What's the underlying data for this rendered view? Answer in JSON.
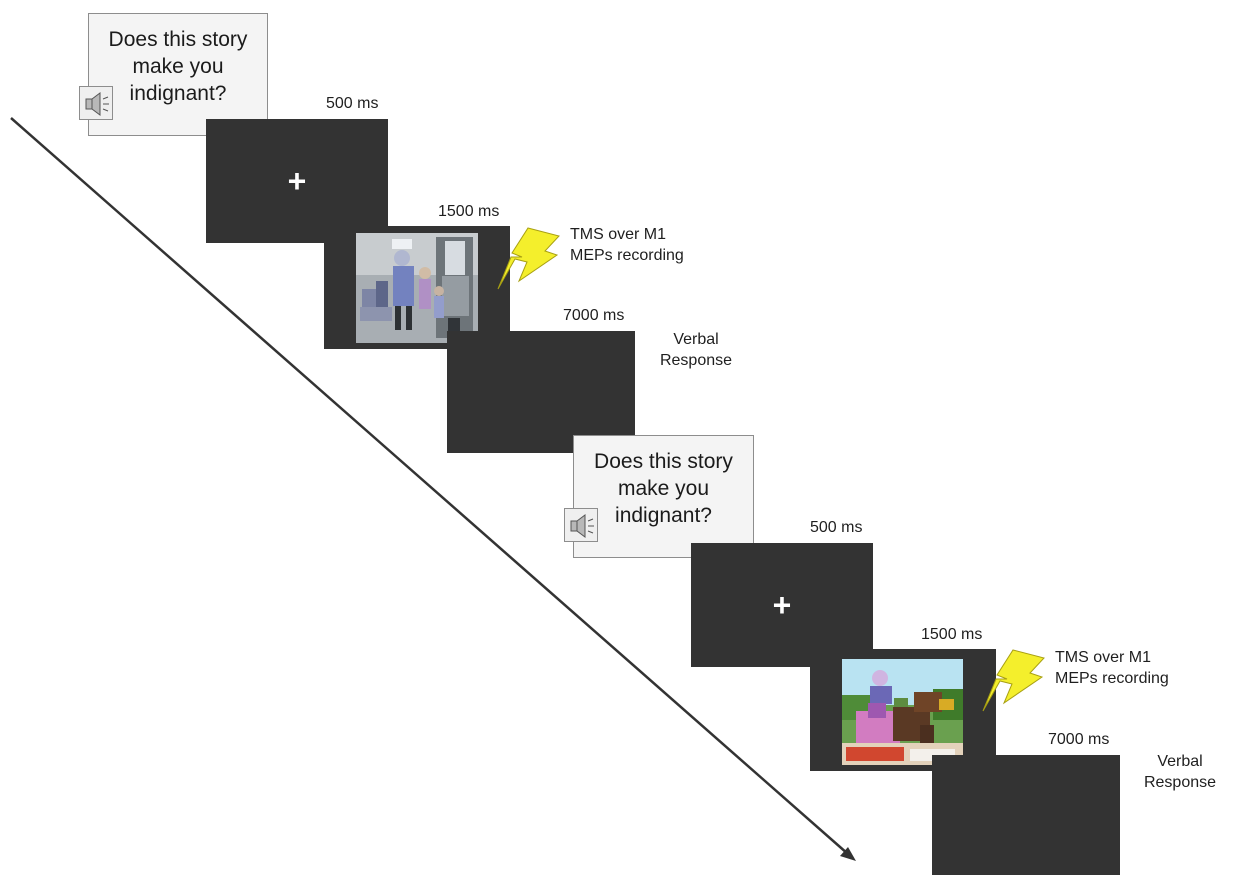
{
  "question": {
    "lines": [
      "Does this story",
      "make you",
      "indignant?"
    ]
  },
  "durations": {
    "fixation": "500 ms",
    "picture": "1500 ms",
    "response": "7000 ms"
  },
  "tms_label": {
    "line1": "TMS over M1",
    "line2": "MEPs recording"
  },
  "response_label": {
    "line1": "Verbal",
    "line2": "Response"
  },
  "fixation_symbol": "+",
  "icons": {
    "audio": "speaker-icon",
    "tms": "lightning-bolt-icon",
    "time": "time-arrow-icon"
  },
  "colors": {
    "screen": "#333333",
    "card": "#f4f4f4",
    "bolt": "#f4ef2c"
  }
}
